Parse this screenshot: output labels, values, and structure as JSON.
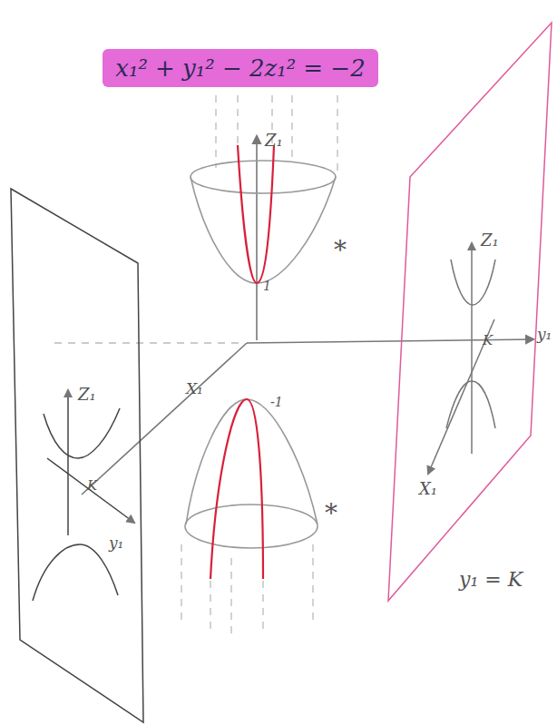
{
  "diagram": {
    "nodes": [
      {
        "text": [
          "x₁² + y₁² − 2z₁² = −2"
        ]
      }
    ],
    "labels": [
      "Z₁",
      "1",
      "-1",
      "X₁",
      "y₁",
      "*",
      "*",
      "Z₁",
      "K",
      "y₁",
      "Z₁",
      "K",
      "X₁",
      "y₁ = K"
    ]
  }
}
